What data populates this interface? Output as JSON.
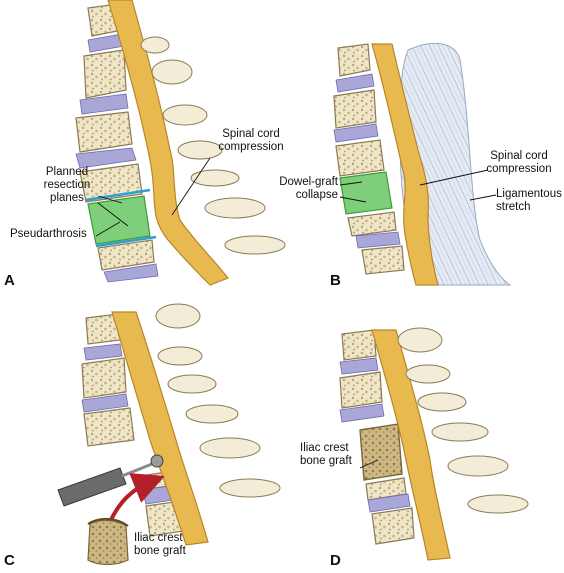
{
  "panels": {
    "a": {
      "letter": "A",
      "labels": {
        "cord_1": "Spinal cord",
        "cord_2": "compression",
        "planned_1": "Planned",
        "planned_2": "resection",
        "planned_3": "planes",
        "pseudo": "Pseudarthrosis"
      }
    },
    "b": {
      "letter": "B",
      "labels": {
        "cord_1": "Spinal cord",
        "cord_2": "compression",
        "dowel_1": "Dowel-graft",
        "dowel_2": "collapse",
        "lig_1": "Ligamentous",
        "lig_2": "stretch"
      }
    },
    "c": {
      "letter": "C",
      "labels": {
        "graft_1": "Iliac crest",
        "graft_2": "bone graft"
      }
    },
    "d": {
      "letter": "D",
      "labels": {
        "graft_1": "Iliac crest",
        "graft_2": "bone graft"
      }
    }
  },
  "colors": {
    "bone": "#efe6c8",
    "bone_outline": "#8c7a55",
    "disc": "#a9a6d8",
    "cord": "#e8b94f",
    "cord_outline": "#b8862a",
    "pseudarthrosis": "#7fcf7a",
    "resection_plane": "#2c9fd6",
    "ligament": "#dfe6f2",
    "arrow": "#b3202a",
    "graft": "#c7b17a",
    "instrument": "#6b6b6b"
  }
}
